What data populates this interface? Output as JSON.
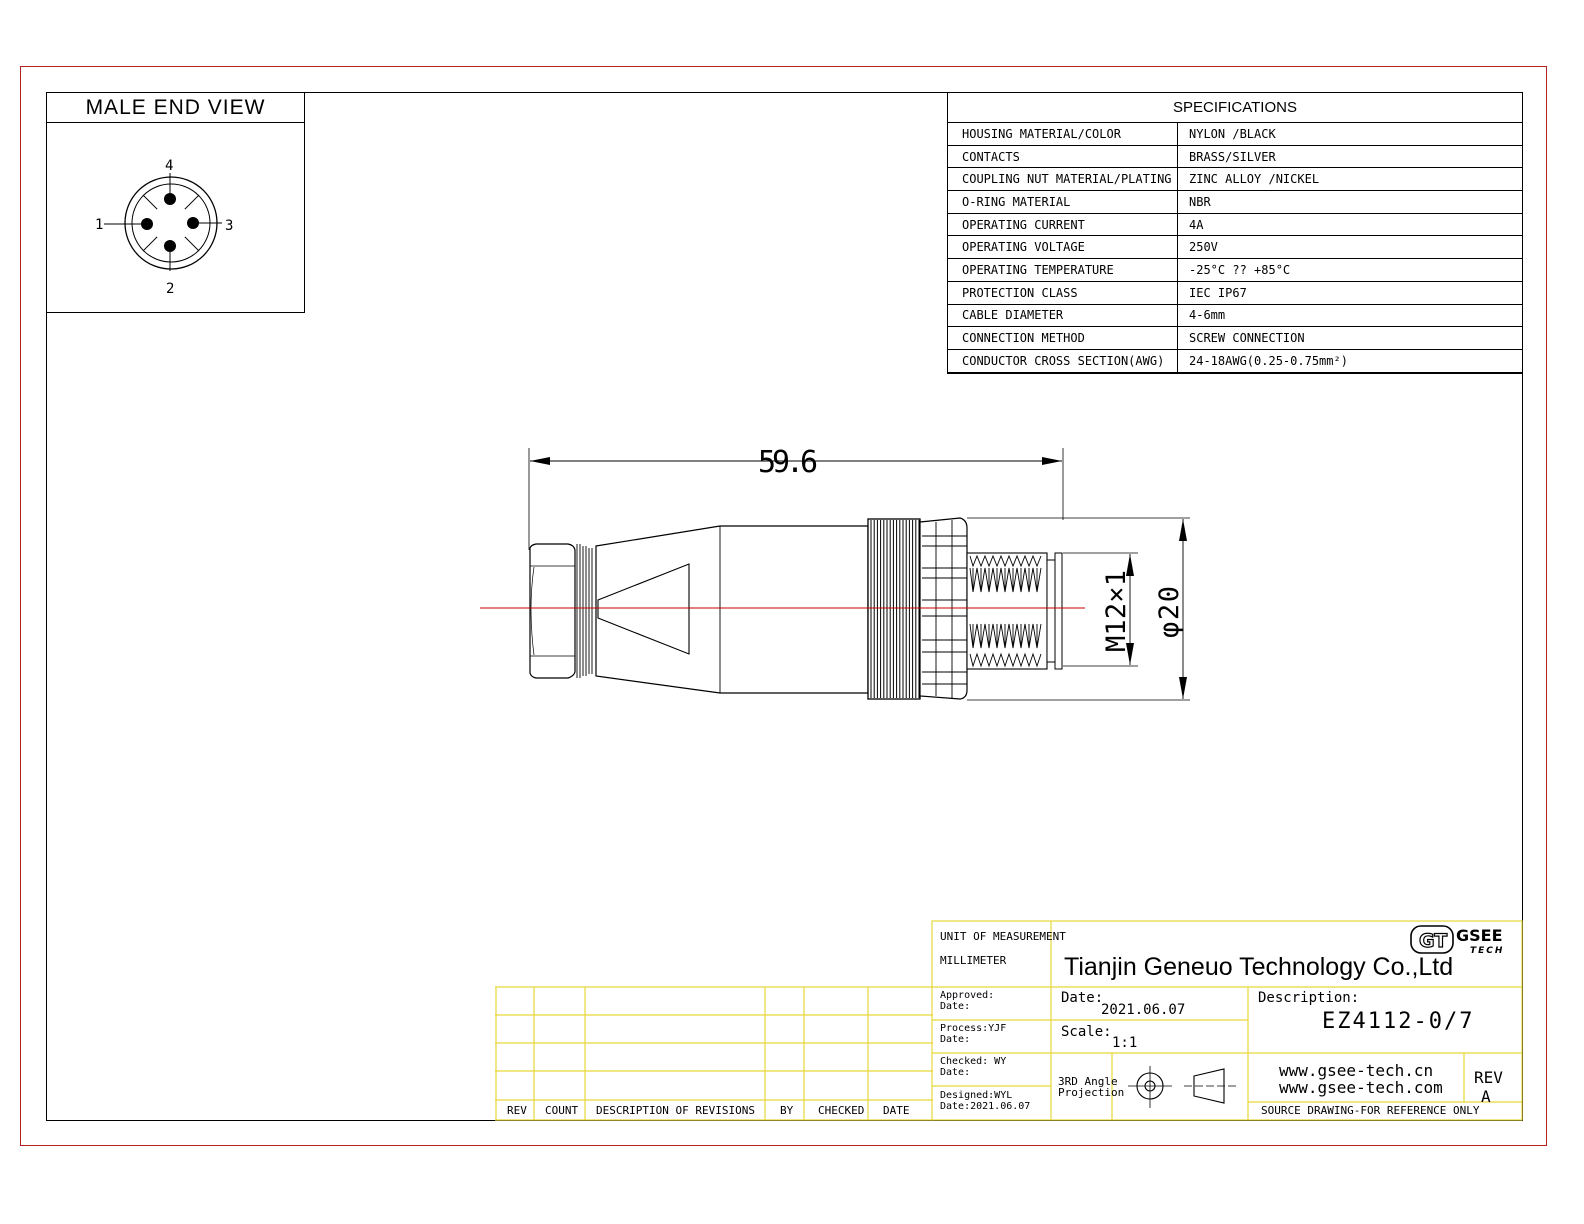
{
  "male_end_view": {
    "title": "MALE END VIEW",
    "pins": [
      "1",
      "2",
      "3",
      "4"
    ]
  },
  "specifications": {
    "title": "SPECIFICATIONS",
    "rows": [
      {
        "key": "HOUSING MATERIAL/COLOR",
        "value": "NYLON /BLACK"
      },
      {
        "key": "CONTACTS",
        "value": "BRASS/SILVER"
      },
      {
        "key": "COUPLING NUT MATERIAL/PLATING",
        "value": "ZINC ALLOY /NICKEL"
      },
      {
        "key": "O-RING MATERIAL",
        "value": "NBR"
      },
      {
        "key": "OPERATING CURRENT",
        "value": "4A"
      },
      {
        "key": "OPERATING VOLTAGE",
        "value": "250V"
      },
      {
        "key": "OPERATING TEMPERATURE",
        "value": "-25°C ?? +85°C"
      },
      {
        "key": "PROTECTION CLASS",
        "value": "IEC  IP67"
      },
      {
        "key": "CABLE  DIAMETER",
        "value": "4-6mm"
      },
      {
        "key": "CONNECTION  METHOD",
        "value": "SCREW  CONNECTION"
      },
      {
        "key": "CONDUCTOR  CROSS  SECTION(AWG)",
        "value": "24-18AWG(0.25-0.75mm²)"
      }
    ]
  },
  "drawing": {
    "length_dim": "59.6",
    "thread_dim": "M12×1",
    "diameter_dim": "φ20"
  },
  "revisions": {
    "headers": [
      "REV",
      "COUNT",
      "DESCRIPTION  OF  REVISIONS",
      "BY",
      "CHECKED",
      "DATE"
    ]
  },
  "title_block": {
    "unit_label": "UNIT OF MEASUREMENT",
    "unit_value": "MILLIMETER",
    "company": "Tianjin Geneuo Technology Co.,Ltd",
    "logo_text": "GSEE TECH",
    "approved": "Approved:",
    "approved_date": "Date:",
    "process": "Process:YJF",
    "process_date": "Date:",
    "checked": "Checked: WY",
    "checked_date": "Date:",
    "designed": "Designed:WYL",
    "designed_date": "Date:2021.06.07",
    "date_label": "Date:",
    "date_value": "2021.06.07",
    "scale_label": "Scale:",
    "scale_value": "1:1",
    "projection_line1": "3RD Angle",
    "projection_line2": "Projection",
    "description_label": "Description:",
    "description_value": "EZ4112-0/7",
    "website1": "www.gsee-tech.cn",
    "website2": "www.gsee-tech.com",
    "rev_label": "REV",
    "rev_value": "A",
    "footer_note": "SOURCE DRAWING-FOR REFERENCE ONLY"
  }
}
